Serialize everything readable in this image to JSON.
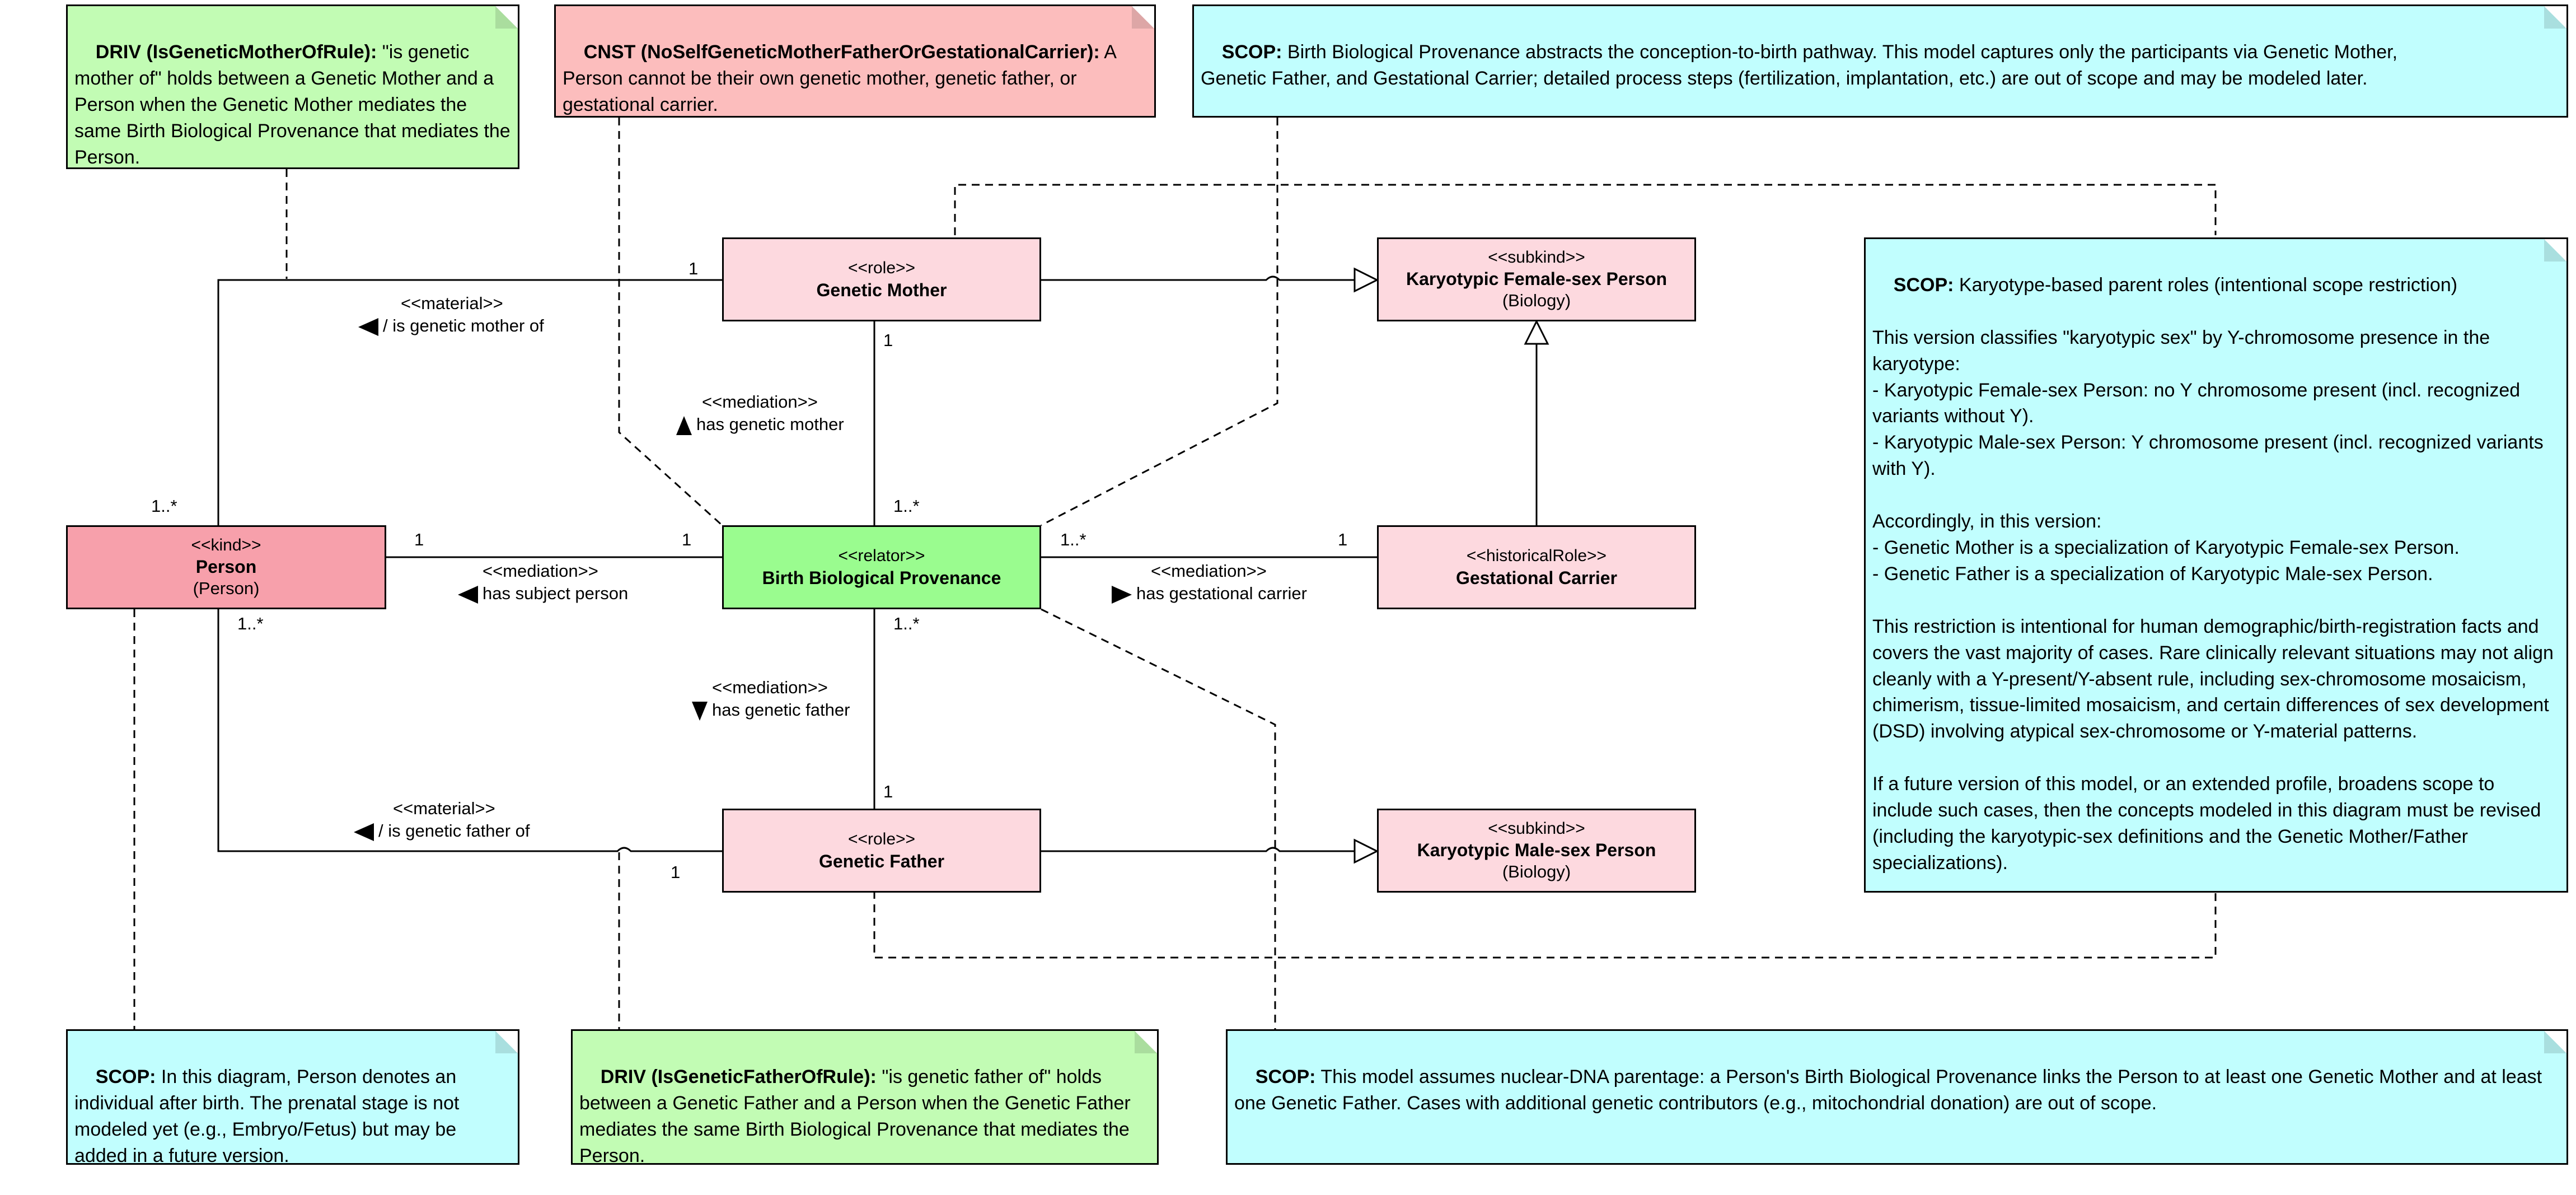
{
  "classes": {
    "genetic_mother": {
      "stereotype": "<<role>>",
      "name": "Genetic Mother"
    },
    "genetic_father": {
      "stereotype": "<<role>>",
      "name": "Genetic Father"
    },
    "person": {
      "stereotype": "<<kind>>",
      "name": "Person",
      "extra": "(Person)"
    },
    "bbp": {
      "stereotype": "<<relator>>",
      "name": "Birth Biological Provenance"
    },
    "gestational_carrier": {
      "stereotype": "<<historicalRole>>",
      "name": "Gestational Carrier"
    },
    "female": {
      "stereotype": "<<subkind>>",
      "name": "Karyotypic Female-sex Person",
      "extra": "(Biology)"
    },
    "male": {
      "stereotype": "<<subkind>>",
      "name": "Karyotypic Male-sex Person",
      "extra": "(Biology)"
    }
  },
  "notes": {
    "driv_mother": {
      "keyword": "DRIV (IsGeneticMotherOfRule):",
      "text": " \"is genetic mother of\" holds between a Genetic Mother and a Person when the Genetic Mother mediates the same Birth Biological Provenance that mediates the Person."
    },
    "cnst": {
      "keyword": "CNST (NoSelfGeneticMotherFatherOrGestationalCarrier):",
      "text": " A Person cannot be their own genetic mother, genetic father, or gestational carrier."
    },
    "scop_top": {
      "keyword": "SCOP:",
      "text": " Birth Biological Provenance abstracts the conception-to-birth pathway. This model captures only the participants via Genetic Mother,\nGenetic Father, and Gestational Carrier; detailed process steps (fertilization, implantation, etc.) are out of scope and may be modeled later."
    },
    "scop_karyo": {
      "keyword": "SCOP:",
      "text": " Karyotype-based parent roles (intentional scope restriction)\n\nThis version classifies \"karyotypic sex\" by Y-chromosome presence in the karyotype:\n- Karyotypic Female-sex Person: no Y chromosome present (incl. recognized variants without Y).\n- Karyotypic Male-sex Person: Y chromosome present (incl. recognized variants with Y).\n\nAccordingly, in this version:\n- Genetic Mother is a specialization of Karyotypic Female-sex Person.\n- Genetic Father is a specialization of Karyotypic Male-sex Person.\n\nThis restriction is intentional for human demographic/birth-registration facts and covers the vast majority of cases. Rare clinically relevant situations may not align cleanly with a Y-present/Y-absent rule, including sex-chromosome mosaicism, chimerism, tissue-limited mosaicism, and certain differences of sex development (DSD) involving atypical sex-chromosome or Y-material patterns.\n\nIf a future version of this model, or an extended profile, broadens scope to include such cases, then the concepts modeled in this diagram must be revised (including the karyotypic-sex definitions and the Genetic Mother/Father specializations)."
    },
    "scop_person": {
      "keyword": "SCOP:",
      "text": " In this diagram, Person denotes an individual after birth. The prenatal stage is not modeled yet (e.g., Embryo/Fetus) but may be added in a future version."
    },
    "driv_father": {
      "keyword": "DRIV (IsGeneticFatherOfRule):",
      "text": " \"is genetic father of\" holds between a Genetic Father and a Person when the Genetic Father mediates the same Birth Biological Provenance that mediates the Person."
    },
    "scop_dna": {
      "keyword": "SCOP:",
      "text": " This model assumes nuclear-DNA parentage: a Person's Birth Biological Provenance links the Person to at least one Genetic Mother and at least one Genetic Father. Cases with additional genetic contributors (e.g., mitochondrial donation) are out of scope."
    }
  },
  "associations": {
    "mother_material": {
      "stereotype": "<<material>>",
      "name": "/ is genetic mother of"
    },
    "father_material": {
      "stereotype": "<<material>>",
      "name": "/ is genetic father of"
    },
    "has_mother": {
      "stereotype": "<<mediation>>",
      "name": "has genetic mother"
    },
    "has_subject": {
      "stereotype": "<<mediation>>",
      "name": "has subject person"
    },
    "has_carrier": {
      "stereotype": "<<mediation>>",
      "name": "has gestational carrier"
    },
    "has_father": {
      "stereotype": "<<mediation>>",
      "name": "has genetic father"
    }
  },
  "multiplicities": {
    "m_mother_person": "1",
    "m_person_top": "1..*",
    "m_mother_bbp": "1",
    "m_bbp_top": "1..*",
    "m_person_bbp": "1",
    "m_bbp_person": "1",
    "m_bbp_carrier": "1..*",
    "m_carrier_bbp": "1",
    "m_person_bottom": "1..*",
    "m_bbp_bottom": "1..*",
    "m_father_bbp": "1",
    "m_father_person": "1"
  }
}
